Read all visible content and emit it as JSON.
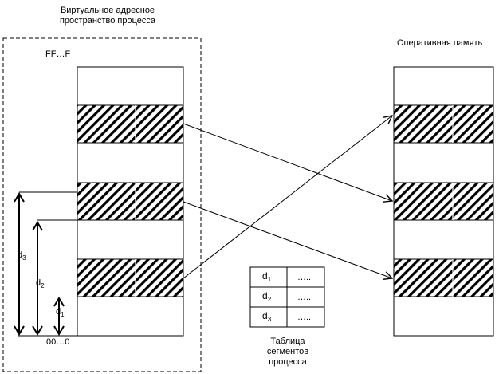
{
  "virtual_space": {
    "title_line1": "Виртуальное адресное",
    "title_line2": "пространство процесса",
    "top_address": "FF…F",
    "bottom_address": "00…0"
  },
  "physical_memory": {
    "title": "Оперативная память"
  },
  "offsets": [
    {
      "letter": "d",
      "index": "1"
    },
    {
      "letter": "d",
      "index": "2"
    },
    {
      "letter": "d",
      "index": "3"
    }
  ],
  "segment_table": {
    "rows": [
      {
        "key": "d",
        "index": "1",
        "value": "….."
      },
      {
        "key": "d",
        "index": "2",
        "value": "….."
      },
      {
        "key": "d",
        "index": "3",
        "value": "….."
      }
    ],
    "caption_line1": "Таблица",
    "caption_line2": "сегментов",
    "caption_line3": "процесса"
  }
}
